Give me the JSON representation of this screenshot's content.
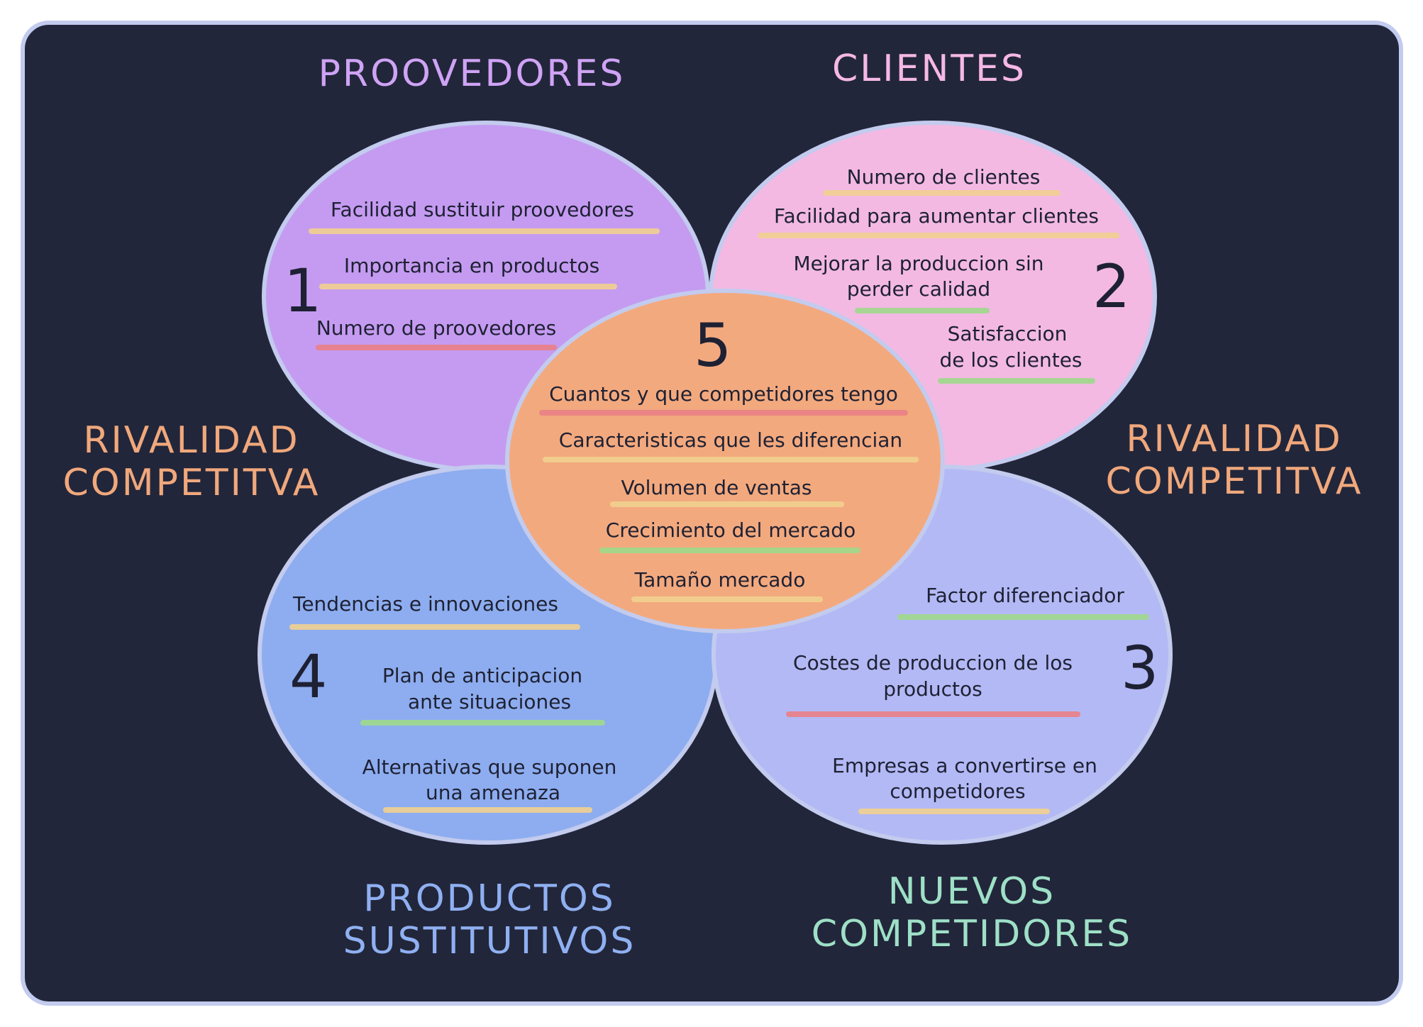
{
  "colors": {
    "background": "#22263a",
    "border": "#c3cbee",
    "circle_1": "#c59bf1",
    "circle_2": "#f3b9e3",
    "circle_3": "#b3b9f5",
    "circle_4": "#8eadf0",
    "circle_5": "#f3a97e",
    "title_proveedores": "#cfa3f5",
    "title_clientes": "#f5b8e6",
    "title_rivalidad": "#f0a87c",
    "title_productos": "#8fb0f2",
    "title_nuevos": "#9ee0c7",
    "underline_yellow": "#f1d08f",
    "underline_red": "#ea7f86",
    "underline_green": "#9ed98b",
    "underline_pink": "#f2a4c0"
  },
  "titles": {
    "proveedores": "PROOVEDORES",
    "clientes": "CLIENTES",
    "rivalidad_left": [
      "RIVALIDAD",
      "COMPETITVA"
    ],
    "rivalidad_right": [
      "RIVALIDAD",
      "COMPETITVA"
    ],
    "productos": [
      "PRODUCTOS",
      "SUSTITUTIVOS"
    ],
    "nuevos": [
      "NUEVOS",
      "COMPETIDORES"
    ]
  },
  "circles": {
    "c1": {
      "number": "1",
      "items": [
        "Facilidad sustituir proovedores",
        "Importancia en productos",
        "Numero de proovedores"
      ]
    },
    "c2": {
      "number": "2",
      "items": [
        "Numero de clientes",
        "Facilidad para aumentar clientes",
        "Mejorar la produccion sin",
        "perder calidad",
        "Satisfaccion",
        "de los clientes"
      ]
    },
    "c3": {
      "number": "3",
      "items": [
        "Factor diferenciador",
        "Costes de produccion de los",
        "productos",
        "Empresas a convertirse en",
        "competidores"
      ]
    },
    "c4": {
      "number": "4",
      "items": [
        "Tendencias e innovaciones",
        "Plan de anticipacion",
        "ante situaciones",
        "Alternativas que suponen",
        "una amenaza"
      ]
    },
    "c5": {
      "number": "5",
      "items": [
        "Cuantos y que competidores tengo",
        "Caracteristicas que les diferencian",
        "Volumen de ventas",
        "Crecimiento del mercado",
        "Tamaño mercado"
      ]
    }
  }
}
